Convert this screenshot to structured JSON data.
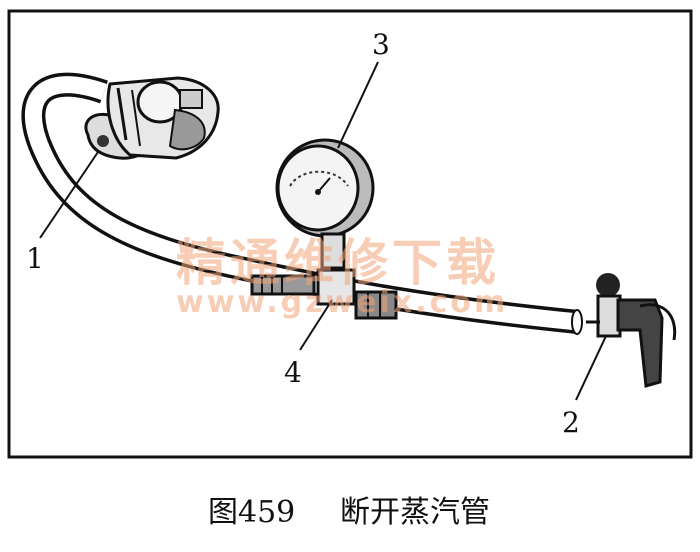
{
  "callouts": {
    "c1": "1",
    "c2": "2",
    "c3": "3",
    "c4": "4"
  },
  "watermark": {
    "chinese": "精通维修下载",
    "url": "www.gzweix.com"
  },
  "caption": {
    "figure_number": "图459",
    "title": "断开蒸汽管"
  }
}
